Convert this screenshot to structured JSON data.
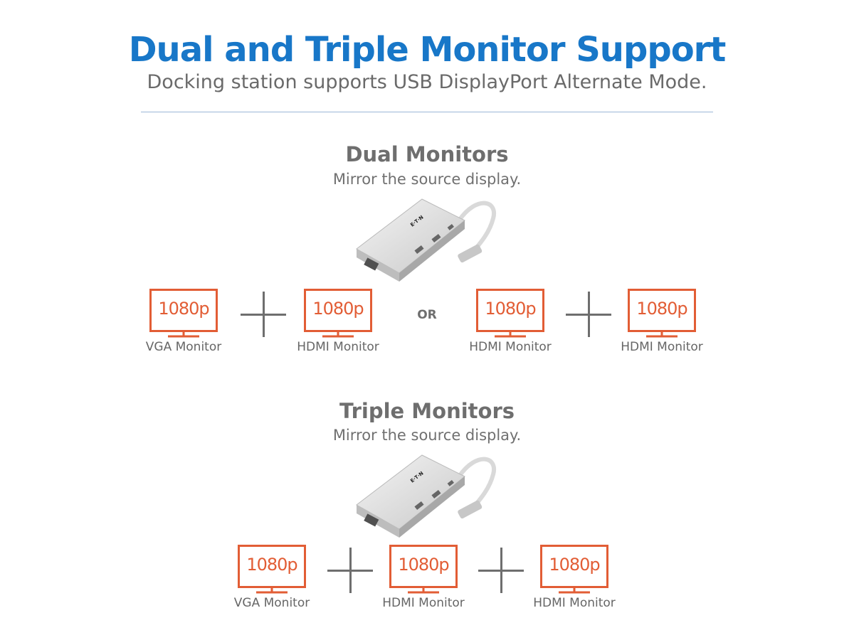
{
  "header": {
    "title": "Dual and Triple Monitor Support",
    "subtitle": "Docking station supports USB DisplayPort Alternate Mode."
  },
  "dual": {
    "title": "Dual Monitors",
    "subtitle": "Mirror the source display.",
    "or_label": "OR",
    "monitors": [
      {
        "resolution": "1080p",
        "label": "VGA Monitor"
      },
      {
        "resolution": "1080p",
        "label": "HDMI Monitor"
      },
      {
        "resolution": "1080p",
        "label": "HDMI Monitor"
      },
      {
        "resolution": "1080p",
        "label": "HDMI Monitor"
      }
    ]
  },
  "triple": {
    "title": "Triple Monitors",
    "subtitle": "Mirror the source display.",
    "monitors": [
      {
        "resolution": "1080p",
        "label": "VGA Monitor"
      },
      {
        "resolution": "1080p",
        "label": "HDMI Monitor"
      },
      {
        "resolution": "1080p",
        "label": "HDMI Monitor"
      }
    ]
  },
  "dock": {
    "brand": "E·T·N"
  },
  "colors": {
    "title_blue": "#1877c8",
    "monitor_orange": "#e25d35",
    "text_gray": "#666666",
    "divider": "#9bb7d6"
  },
  "icons": {
    "monitor": "monitor-icon",
    "plus": "plus-icon",
    "dock": "docking-station-icon"
  }
}
